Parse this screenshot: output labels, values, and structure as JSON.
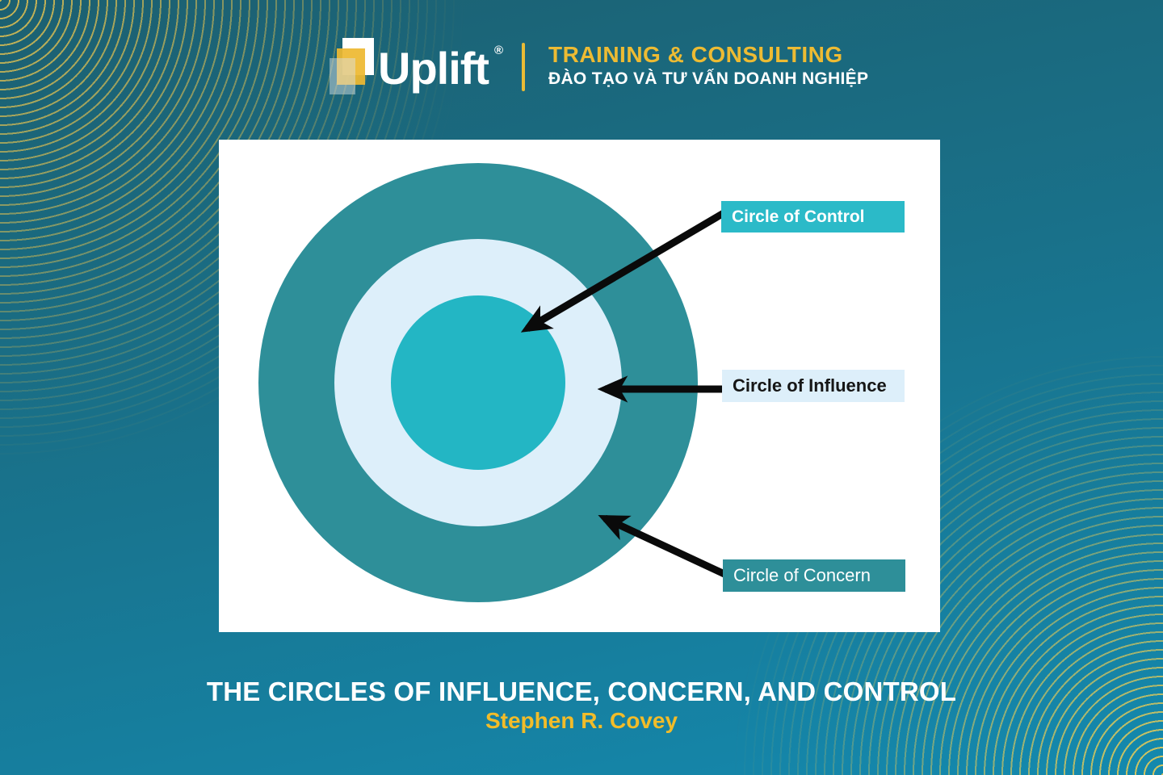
{
  "header": {
    "brand": "Uplift",
    "registered_mark": "®",
    "tagline_primary": "TRAINING & CONSULTING",
    "tagline_secondary": "ĐÀO TẠO VÀ TƯ VẤN DOANH NGHIỆP"
  },
  "diagram": {
    "circles": [
      {
        "name": "Circle of Concern",
        "color": "#2E8F99",
        "position": "outer"
      },
      {
        "name": "Circle of Influence",
        "color": "#DDEFFA",
        "position": "middle"
      },
      {
        "name": "Circle of Control",
        "color": "#23B6C4",
        "position": "inner"
      }
    ],
    "labels": {
      "control": {
        "text": "Circle of Control",
        "bg": "#2BBAC8",
        "fg": "#FFFFFF"
      },
      "influence": {
        "text": "Circle of Influence",
        "bg": "#DDEFFA",
        "fg": "#161616"
      },
      "concern": {
        "text": "Circle of Concern",
        "bg": "#2E8F99",
        "fg": "#FFFFFF"
      }
    },
    "arrow_color": "#0A0A0A"
  },
  "footer": {
    "title": "THE CIRCLES OF INFLUENCE, CONCERN, AND CONTROL",
    "author": "Stephen R. Covey"
  },
  "colors": {
    "accent_gold": "#EDBB33",
    "background_top": "#1C6071",
    "background_bottom": "#1489AE",
    "card_background": "#FFFFFF"
  }
}
